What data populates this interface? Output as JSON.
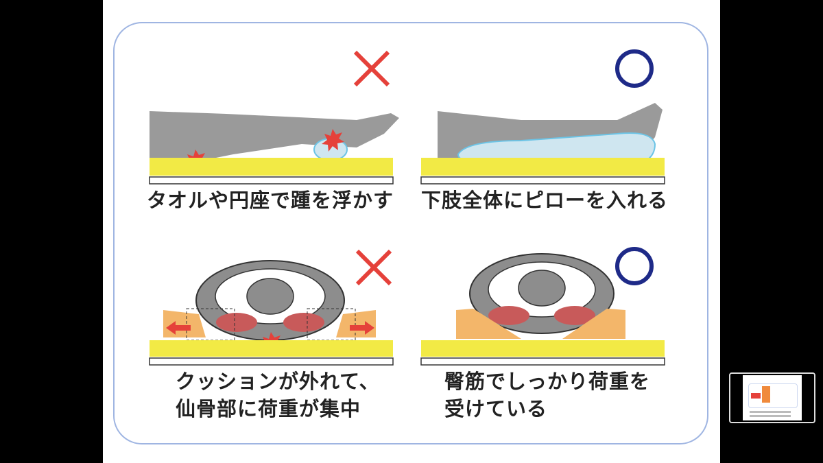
{
  "panels": [
    {
      "mark": "cross",
      "caption": [
        "タオルや円座で踵を浮かす"
      ]
    },
    {
      "mark": "circle",
      "caption": [
        "下肢全体にピローを入れる"
      ]
    },
    {
      "mark": "cross",
      "caption": [
        "クッションが外れて、",
        "仙骨部に荷重が集中"
      ]
    },
    {
      "mark": "circle",
      "caption": [
        "臀筋でしっかり荷重を",
        "受けている"
      ]
    }
  ],
  "colors": {
    "cross": "#e5413a",
    "circle": "#1e2a88",
    "mattress": "#f2ea45",
    "frame": "#9fb5e2",
    "leg": "#9a9a9a"
  }
}
